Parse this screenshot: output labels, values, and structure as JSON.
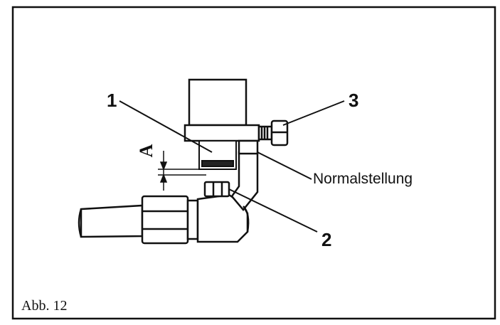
{
  "figure": {
    "caption": "Abb. 12",
    "dimension_label": "A",
    "callouts": [
      {
        "id": "1",
        "text": "1"
      },
      {
        "id": "2",
        "text": "2"
      },
      {
        "id": "3",
        "text": "3"
      }
    ],
    "position_label": "Normalstellung"
  }
}
